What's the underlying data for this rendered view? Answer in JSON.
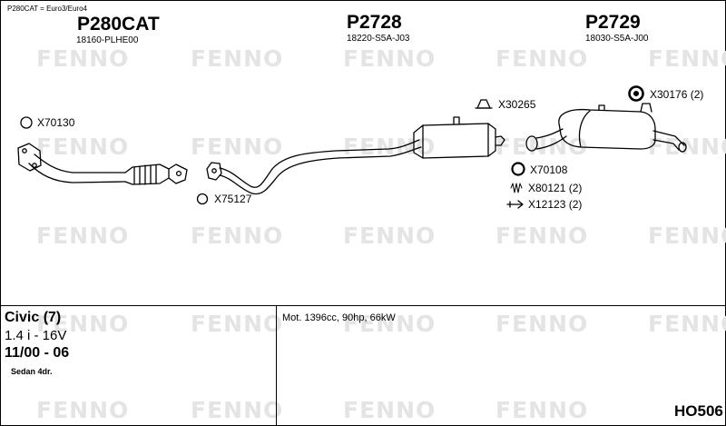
{
  "header": {
    "note": "P280CAT = Euro3/Euro4"
  },
  "watermark": {
    "text": "FENNO",
    "color": "#e4e4e4"
  },
  "parts": [
    {
      "number": "P280CAT",
      "oem": "18160-PLHE00"
    },
    {
      "number": "P2728",
      "oem": "18220-S5A-J03"
    },
    {
      "number": "P2729",
      "oem": "18030-S5A-J00"
    }
  ],
  "accessories": {
    "x70130": "X70130",
    "x75127": "X75127",
    "x30265": "X30265",
    "x30176": "X30176 (2)",
    "x70108": "X70108",
    "x80121": "X80121 (2)",
    "x12123": "X12123 (2)"
  },
  "vehicle": {
    "model": "Civic (7)",
    "engine": "1.4 i - 16V",
    "years": "11/00 - 06",
    "body": "Sedan 4dr."
  },
  "specs": "Mot. 1396cc, 90hp, 66kW",
  "code": "HO506"
}
